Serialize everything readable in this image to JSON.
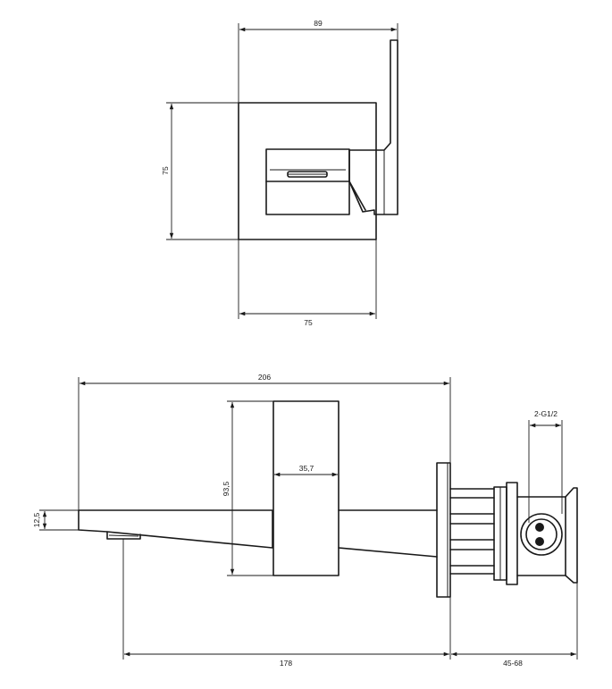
{
  "top_view": {
    "dim_width_top": "89",
    "dim_height_left": "75",
    "dim_width_bottom": "75"
  },
  "side_view": {
    "dim_total_length": "206",
    "dim_body_height": "93,5",
    "dim_body_width": "35,7",
    "dim_spout_height": "12,5",
    "dim_thread": "2-G1/2",
    "dim_projection": "178",
    "dim_wall_range": "45-68"
  }
}
